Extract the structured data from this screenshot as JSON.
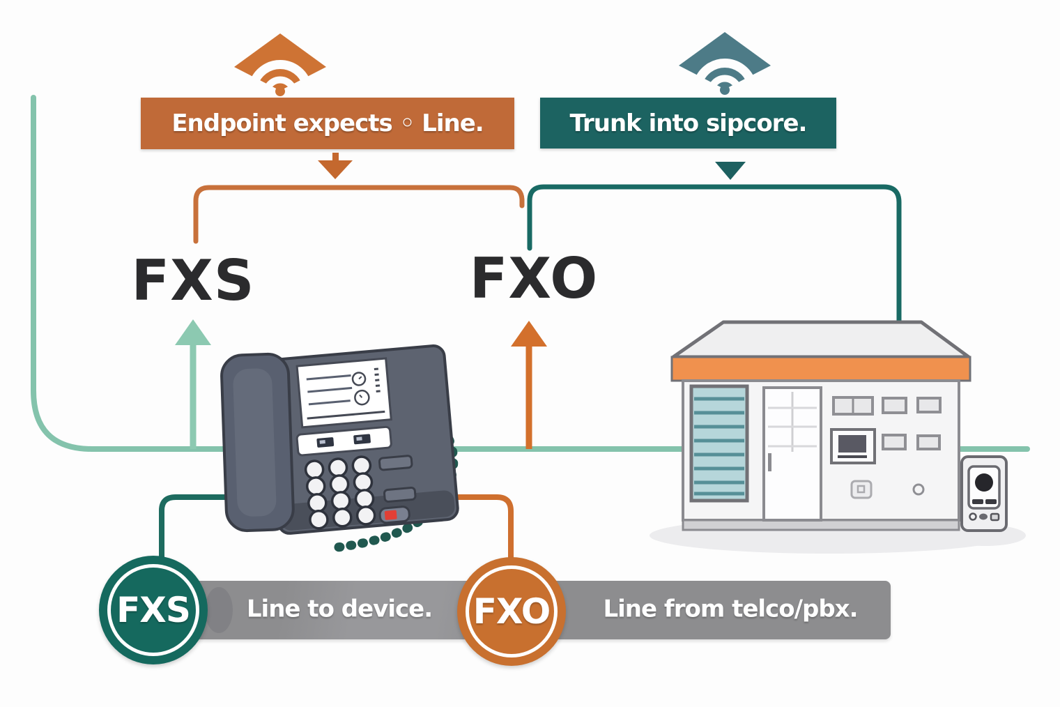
{
  "banners": {
    "endpoint": {
      "label": "Endpoint expects ◦ Line.",
      "color": "#c06a38"
    },
    "trunk": {
      "label": "Trunk into sipcore.",
      "color": "#1c6361"
    }
  },
  "ports": {
    "fxs": "FXS",
    "fxo": "FXO"
  },
  "legend": {
    "fxs_badge": "FXS",
    "fxs_desc": "Line to device.",
    "fxo_badge": "FXO",
    "fxo_desc": "Line from telco/pbx.",
    "fxs_badge_color": "#15695e",
    "fxo_badge_color": "#c8702f",
    "bar_color": "#8d8d8f"
  },
  "icons": {
    "endpoint_signal": "wifi-icon",
    "trunk_signal": "wifi-icon",
    "endpoint_pointer": "arrow-down-icon",
    "trunk_pointer": "arrow-down-icon",
    "fxs_direction": "arrow-up-icon",
    "fxo_direction": "arrow-up-icon"
  },
  "illustrations": {
    "phone": "desk-phone",
    "building": "pbx-building"
  },
  "colors": {
    "orange": "#c8713b",
    "orange_strong": "#d3702c",
    "teal": "#196a64",
    "slate_teal": "#4d7b87",
    "mint": "#84c3ac",
    "ink": "#2b2b2d",
    "cord": "#20584f",
    "building_accent": "#f0914e"
  }
}
